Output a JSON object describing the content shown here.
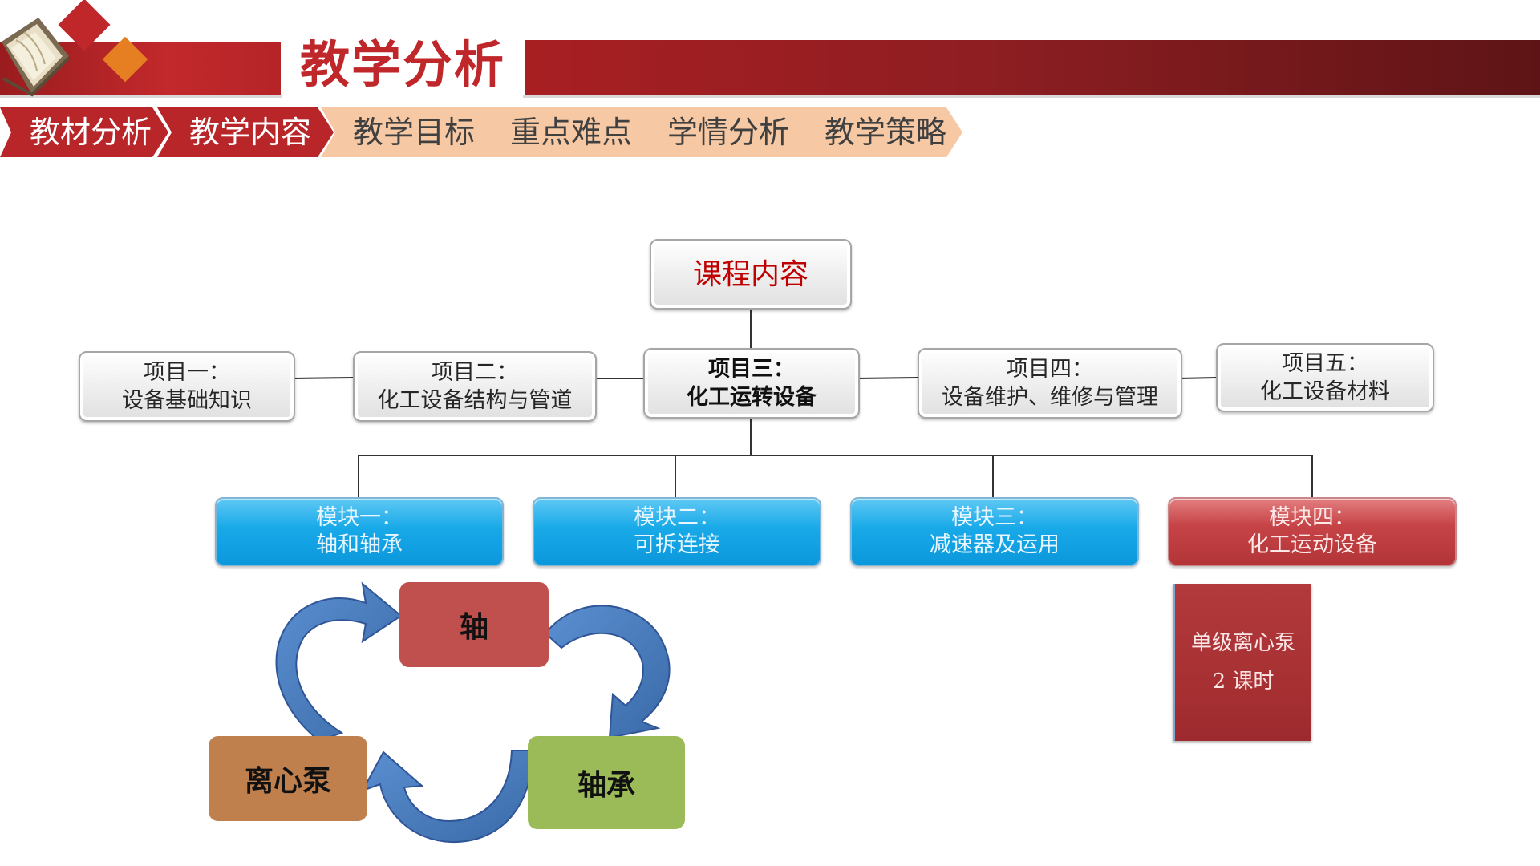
{
  "header": {
    "title": "教学分析",
    "tabs": [
      {
        "label": "教材分析",
        "active": true
      },
      {
        "label": "教学内容",
        "active": true
      },
      {
        "label": "教学目标",
        "active": false
      },
      {
        "label": "重点难点",
        "active": false
      },
      {
        "label": "学情分析",
        "active": false
      },
      {
        "label": "教学策略",
        "active": false
      }
    ]
  },
  "diagram": {
    "root": "课程内容",
    "projects": [
      {
        "line1": "项目一：",
        "line2": "设备基础知识"
      },
      {
        "line1": "项目二：",
        "line2": "化工设备结构与管道"
      },
      {
        "line1": "项目三：",
        "line2": "化工运转设备"
      },
      {
        "line1": "项目四：",
        "line2": "设备维护、维修与管理"
      },
      {
        "line1": "项目五：",
        "line2": "化工设备材料"
      }
    ],
    "modules": [
      {
        "line1": "模块一：",
        "line2": "轴和轴承"
      },
      {
        "line1": "模块二：",
        "line2": "可拆连接"
      },
      {
        "line1": "模块三：",
        "line2": "减速器及运用"
      },
      {
        "line1": "模块四：",
        "line2": "化工运动设备"
      }
    ],
    "detail": {
      "line1": "单级离心泵",
      "line2": "2 课时"
    },
    "cycle": {
      "top": "轴",
      "right": "轴承",
      "left": "离心泵"
    }
  },
  "colors": {
    "brand_red": "#c0272b",
    "module_blue": "#18a9e8",
    "module_red": "#c64447",
    "cycle_top": "#c0504d",
    "cycle_right": "#9bbb59",
    "cycle_left": "#c0804d",
    "arrow_blue": "#4f81bd"
  }
}
